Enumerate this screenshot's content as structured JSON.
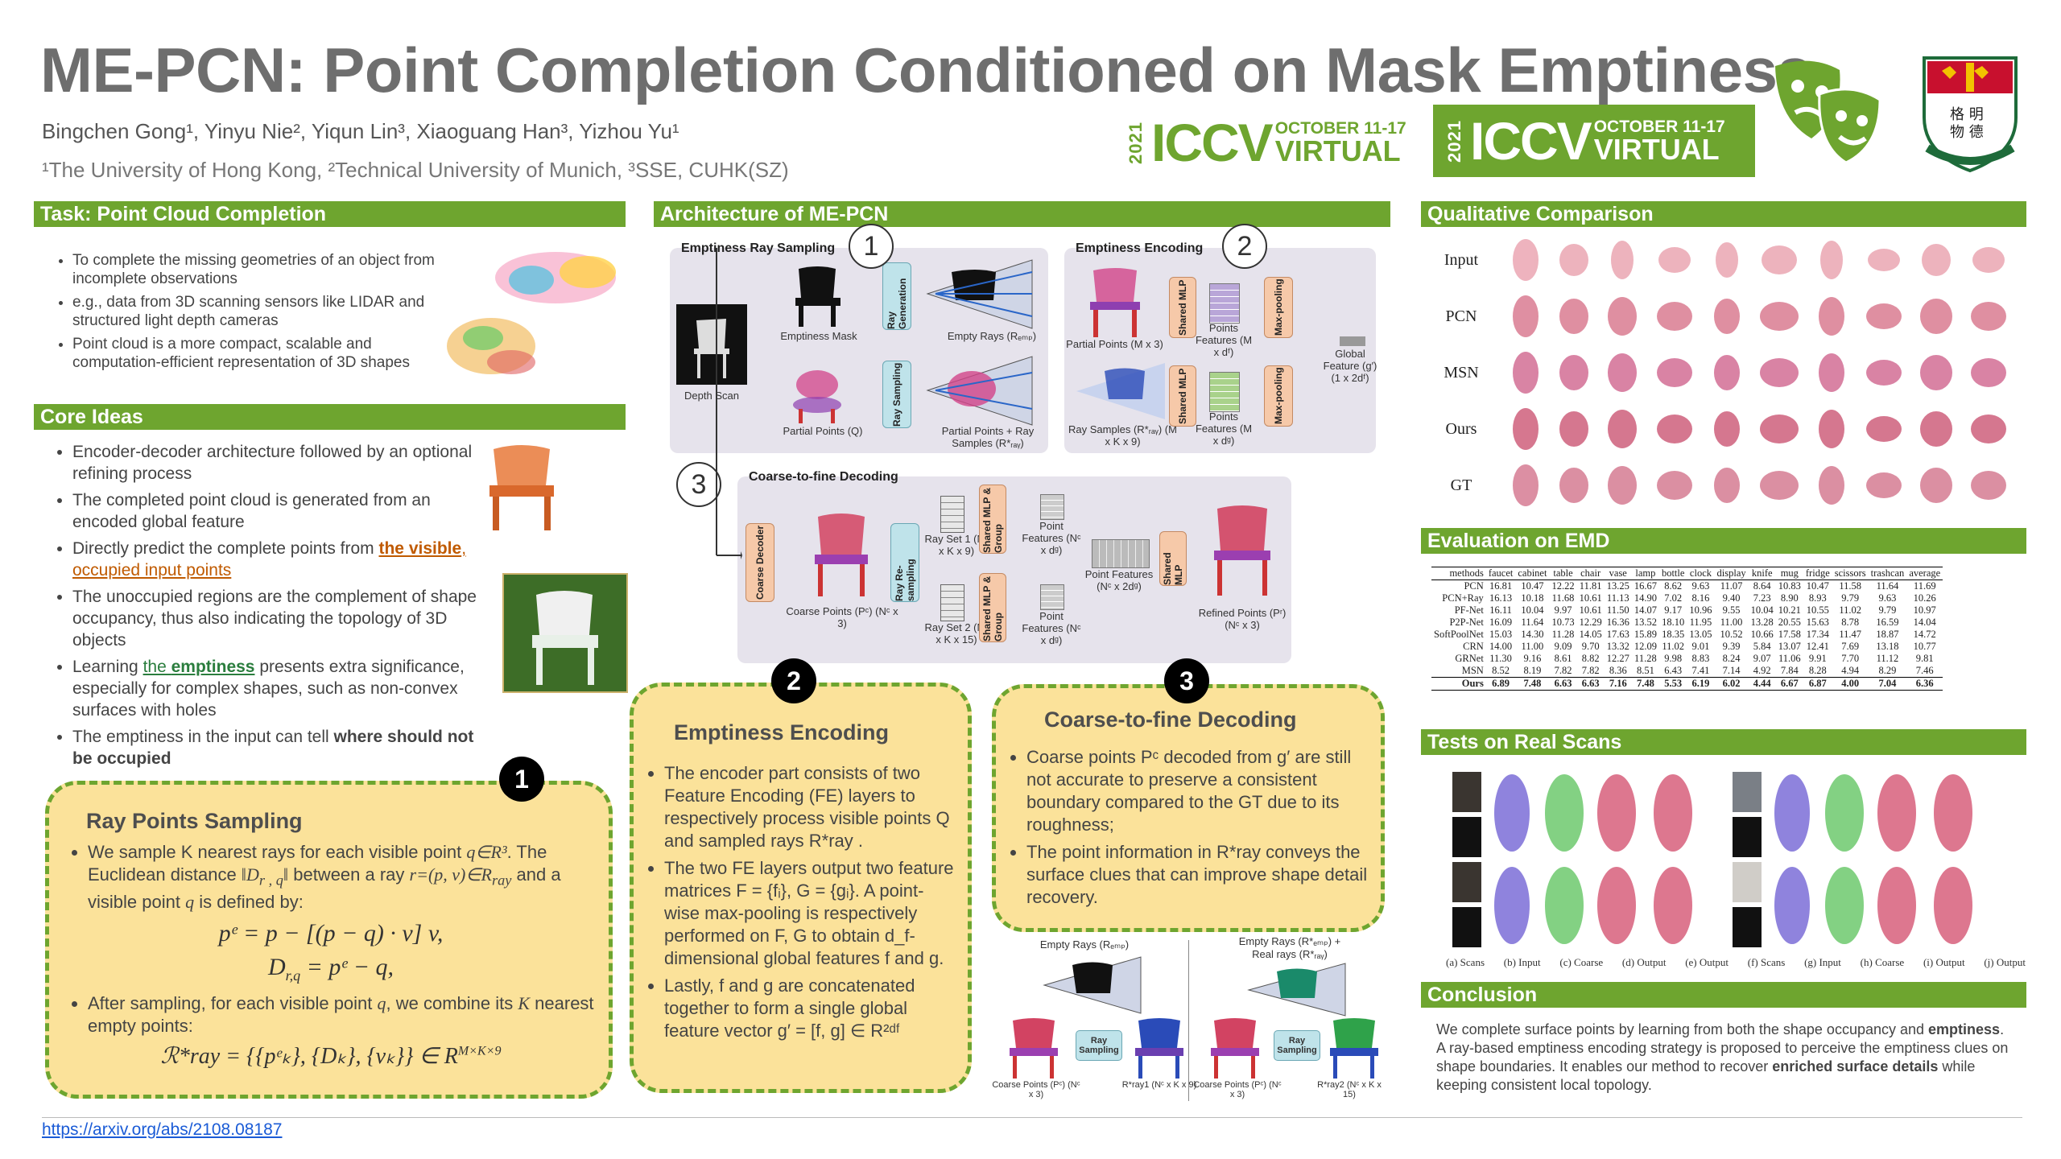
{
  "title": "ME-PCN: Point Completion Conditioned on Mask Emptiness",
  "authors": "Bingchen Gong¹, Yinyu Nie², Yiqun Lin³, Xiaoguang Han³, Yizhou Yu¹",
  "affiliations": "¹The University of Hong Kong, ²Technical University of Munich, ³SSE, CUHK(SZ)",
  "conference": {
    "year": "2021",
    "name": "ICCV",
    "dates": "OCTOBER 11-17",
    "mode": "VIRTUAL"
  },
  "colors": {
    "accent": "#6ea52f",
    "highlight": "#fbe29a",
    "link_orange": "#c05a00",
    "link_green": "#2a7d3d"
  },
  "task": {
    "header": "Task: Point Cloud Completion",
    "bullets": [
      "To complete the missing geometries of an object from incomplete observations",
      "e.g., data from 3D scanning sensors like LIDAR and structured light depth cameras",
      "Point cloud is a more compact, scalable and computation-efficient representation of 3D shapes"
    ]
  },
  "core": {
    "header": "Core Ideas",
    "b1": "Encoder-decoder architecture followed by an optional refining process",
    "b2": "The completed point cloud is generated from an encoded global feature",
    "b3_pre": "Directly predict the complete points from ",
    "b3_link1": "the visible",
    "b3_link2": ", occupied input points",
    "b4": "The unoccupied regions are the complement of shape occupancy, thus also indicating the topology of 3D objects",
    "b5_pre": "Learning ",
    "b5_link1": "the ",
    "b5_link2": "emptiness",
    "b5_post": " presents extra significance, especially for complex shapes, such as non-convex surfaces with holes",
    "b6_pre": "The emptiness in the input can tell ",
    "b6_bold": "where should not be occupied"
  },
  "box1": {
    "badge": "1",
    "title": "Ray Points Sampling",
    "b1_a": "We sample K nearest rays for each visible point ",
    "b1_m1": "q∈R³",
    "b1_b": ". The Euclidean distance ",
    "b1_m2": "‖D",
    "b1_m2_sub": "r , q",
    "b1_m2_end": "‖",
    "b1_c": " between a ray ",
    "b1_m3": "r=(p, v)∈R",
    "b1_m3_sub": "ray",
    "b1_d": " and a visible point ",
    "b1_m4": "q",
    "b1_e": " is defined by:",
    "eq1": "pᵉ = p − [(p − q) · v] v,",
    "eq2_pre": "D",
    "eq2_sub": "r,q",
    "eq2_post": " = pᵉ − q,",
    "b2_a": "After sampling, for each visible point ",
    "b2_m1": "q",
    "b2_b": ", we combine its ",
    "b2_m2": "K",
    "b2_c": " nearest empty points:",
    "eq3": "ℛ*ray = {{pᵉₖ}, {Dₖ}, {vₖ}} ∈ R",
    "eq3_sup": "M×K×9"
  },
  "arch": {
    "header": "Architecture of ME-PCN",
    "p1": {
      "num": "1",
      "title": "Emptiness Ray Sampling",
      "depth": "Depth Scan",
      "mask": "Emptiness Mask",
      "empty": "Empty Rays (Rₑₘₚ)",
      "partial": "Partial Points (Q)",
      "prays": "Partial Points + Ray Samples (R*ᵣₐᵧ)",
      "raygen": "Ray Generation",
      "raysamp": "Ray Sampling"
    },
    "p2": {
      "num": "2",
      "title": "Emptiness Encoding",
      "partial": "Partial Points (M x 3)",
      "rays": "Ray Samples (R*ᵣₐᵧ) (M x K x 9)",
      "mlp": "Shared MLP",
      "pool": "Max-pooling",
      "feat1": "Points Features (M x dᶠ)",
      "feat2": "Points Features (M x dᵍ)",
      "global": "Global Feature (g′) (1 x 2dᶠ)"
    },
    "p3": {
      "num": "3",
      "title": "Coarse-to-fine Decoding",
      "decoder": "Coarse Decoder",
      "coarse": "Coarse Points (Pᶜ) (Nᶜ x 3)",
      "resamp": "Ray Re-sampling",
      "set1": "Ray Set 1 (Nᶜ x K x 9)",
      "set2": "Ray Set 2 (Nᶜ x K x 15)",
      "mlpg": "Shared MLP & Group",
      "feat": "Point Features (Nᶜ x dᵍ)",
      "feat2": "Point Features (Nᶜ x dᵍ)",
      "pfeat": "Point Features (Nᶜ x 2dᵍ)",
      "mlp": "Shared MLP",
      "refined": "Refined Points (Pʳ) (Nᶜ x 3)"
    }
  },
  "box2": {
    "badge": "2",
    "title": "Emptiness Encoding",
    "b1": "The encoder part consists of two Feature Encoding (FE) layers to respectively process visible points Q and sampled rays R*ray .",
    "b2": "The two FE layers output two feature matrices F = {fᵢ}, G = {gᵢ}. A point-wise max-pooling is respectively performed on F, G to obtain d_f-dimensional global features f and g.",
    "b3": "Lastly, f and g are concatenated together to form a single global feature vector g′ = [f, g] ∈ R²ᵈᶠ"
  },
  "box3": {
    "badge": "3",
    "title": "Coarse-to-fine Decoding",
    "b1": "Coarse points Pᶜ decoded from g′ are still not accurate to preserve a consistent boundary compared to the GT due to its roughness;",
    "b2": "The point information in R*ray conveys the surface clues that can improve shape detail recovery."
  },
  "mini": {
    "left_top": "Empty Rays (Rₑₘₚ)",
    "left_btn": "Ray Sampling",
    "left_coarse": "Coarse Points (Pᶜ) (Nᶜ x 3)",
    "left_out": "R*ray1 (Nᶜ x K x 9)",
    "right_top": "Empty Rays (R*ₑₘₚ) + Real rays (R*ᵣₐᵧ)",
    "right_btn": "Ray Sampling",
    "right_coarse": "Coarse Points (Pᶜ) (Nᶜ x 3)",
    "right_out": "R*ray2 (Nᶜ x K x 15)"
  },
  "link": "https://arxiv.org/abs/2108.08187",
  "qual": {
    "header": "Qualitative Comparison",
    "rows": [
      "Input",
      "PCN",
      "MSN",
      "Ours",
      "GT"
    ]
  },
  "emd": {
    "header": "Evaluation on EMD",
    "columns": [
      "methods",
      "faucet",
      "cabinet",
      "table",
      "chair",
      "vase",
      "lamp",
      "bottle",
      "clock",
      "display",
      "knife",
      "mug",
      "fridge",
      "scissors",
      "trashcan",
      "average"
    ],
    "rows": [
      [
        "PCN",
        "16.81",
        "10.47",
        "12.22",
        "11.81",
        "13.25",
        "16.67",
        "8.62",
        "9.63",
        "11.07",
        "8.64",
        "10.83",
        "10.47",
        "11.58",
        "11.64",
        "11.69"
      ],
      [
        "PCN+Ray",
        "16.13",
        "10.18",
        "11.68",
        "10.61",
        "11.13",
        "14.90",
        "7.02",
        "8.16",
        "9.40",
        "7.23",
        "8.90",
        "8.93",
        "9.79",
        "9.63",
        "10.26"
      ],
      [
        "PF-Net",
        "16.11",
        "10.04",
        "9.97",
        "10.61",
        "11.50",
        "14.07",
        "9.17",
        "10.96",
        "9.55",
        "10.04",
        "10.21",
        "10.55",
        "11.02",
        "9.79",
        "10.97"
      ],
      [
        "P2P-Net",
        "16.09",
        "11.64",
        "10.73",
        "12.29",
        "16.36",
        "13.52",
        "18.10",
        "11.95",
        "11.00",
        "13.28",
        "20.55",
        "15.63",
        "8.78",
        "16.59",
        "14.04"
      ],
      [
        "SoftPoolNet",
        "15.03",
        "14.30",
        "11.28",
        "14.05",
        "17.63",
        "15.89",
        "18.35",
        "13.05",
        "10.52",
        "10.66",
        "17.58",
        "17.34",
        "11.47",
        "18.87",
        "14.72"
      ],
      [
        "CRN",
        "14.00",
        "11.00",
        "9.09",
        "9.70",
        "13.32",
        "12.09",
        "11.02",
        "9.01",
        "9.39",
        "5.84",
        "13.07",
        "12.41",
        "7.69",
        "13.18",
        "10.77"
      ],
      [
        "GRNet",
        "11.30",
        "9.16",
        "8.61",
        "8.82",
        "12.27",
        "11.28",
        "9.98",
        "8.83",
        "8.24",
        "9.07",
        "11.06",
        "9.91",
        "7.70",
        "11.12",
        "9.81"
      ],
      [
        "MSN",
        "8.52",
        "8.19",
        "7.82",
        "7.82",
        "8.36",
        "8.51",
        "6.43",
        "7.41",
        "7.14",
        "4.92",
        "7.84",
        "8.28",
        "4.94",
        "8.29",
        "7.46"
      ],
      [
        "Ours",
        "6.89",
        "7.48",
        "6.63",
        "6.63",
        "7.16",
        "7.48",
        "5.53",
        "6.19",
        "6.02",
        "4.44",
        "6.67",
        "6.87",
        "4.00",
        "7.04",
        "6.36"
      ]
    ]
  },
  "real": {
    "header": "Tests on Real Scans",
    "captions": [
      "(a) Scans",
      "(b) Input",
      "(c) Coarse",
      "(d) Output",
      "(e) Output",
      "(f) Scans",
      "(g) Input",
      "(h) Coarse",
      "(i) Output",
      "(j) Output"
    ]
  },
  "conclusion": {
    "header": "Conclusion",
    "t1": "We complete surface points by learning from both the shape occupancy and ",
    "t1b": "emptiness",
    "t2": ". A ray-based emptiness encoding strategy is proposed to perceive the emptiness clues on shape boundaries. It enables our method to recover ",
    "t2b": "enriched surface details",
    "t3": " while keeping consistent local topology."
  }
}
